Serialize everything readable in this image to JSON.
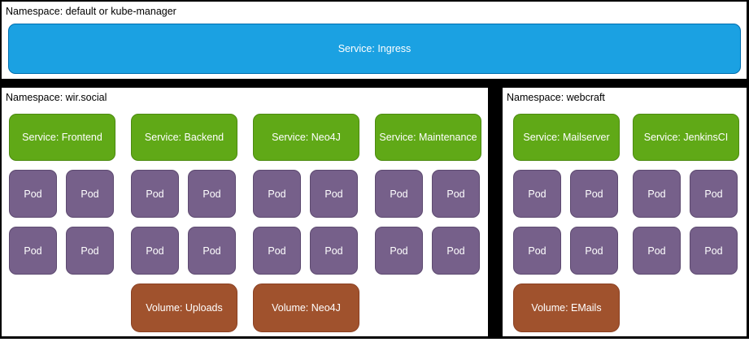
{
  "colors": {
    "background": "#000000",
    "panel": "#ffffff",
    "blue_fill": "#1ba1e2",
    "blue_stroke": "#006eaf",
    "green_fill": "#60a917",
    "green_stroke": "#4c8a10",
    "purple_fill": "#76608a",
    "purple_stroke": "#5d4a70",
    "brown_fill": "#a0522d",
    "brown_stroke": "#8a4023",
    "box_text": "#ffffff",
    "label_text": "#000000"
  },
  "labels": {
    "pod": "Pod"
  },
  "top_namespace": {
    "title": "Namespace: default or kube-manager",
    "service": "Service: Ingress"
  },
  "wir_social": {
    "title": "Namespace: wir.social",
    "services": [
      "Service: Frontend",
      "Service: Backend",
      "Service: Neo4J",
      "Service: Maintenance"
    ],
    "pods_per_service": 4,
    "volumes": [
      "Volume: Uploads",
      "Volume: Neo4J"
    ]
  },
  "webcraft": {
    "title": "Namespace: webcraft",
    "services": [
      "Service: Mailserver",
      "Service: JenkinsCI"
    ],
    "pods_per_service": 4,
    "volumes": [
      "Volume: EMails"
    ]
  }
}
